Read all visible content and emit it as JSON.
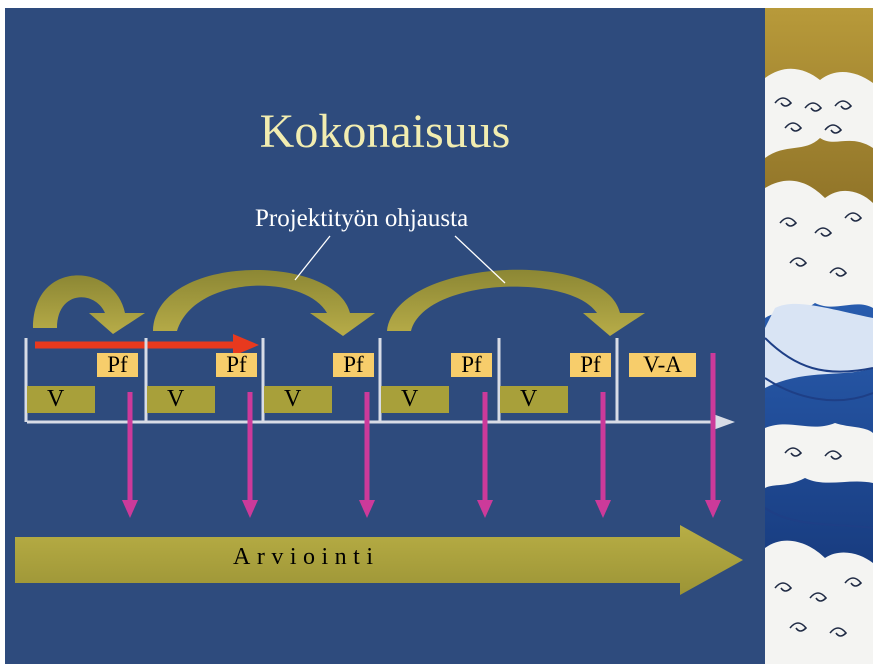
{
  "title": "Kokonaisuus",
  "subtitle": "Projektityön ohjausta",
  "phases": [
    {
      "v_label": "V",
      "pf_label": "Pf"
    },
    {
      "v_label": "V",
      "pf_label": "Pf"
    },
    {
      "v_label": "V",
      "pf_label": "Pf"
    },
    {
      "v_label": "V",
      "pf_label": "Pf"
    },
    {
      "v_label": "V",
      "pf_label": "Pf"
    }
  ],
  "final_label": "V-A",
  "evaluation_label": "Arviointi",
  "colors": {
    "background": "#2E4B7D",
    "title_text": "#F2EDB0",
    "olive": "#A8A03A",
    "peach": "#F7CD6B",
    "magenta": "#CC3A9A",
    "red_arrow": "#E8391E",
    "axis": "#D8DCE6"
  }
}
